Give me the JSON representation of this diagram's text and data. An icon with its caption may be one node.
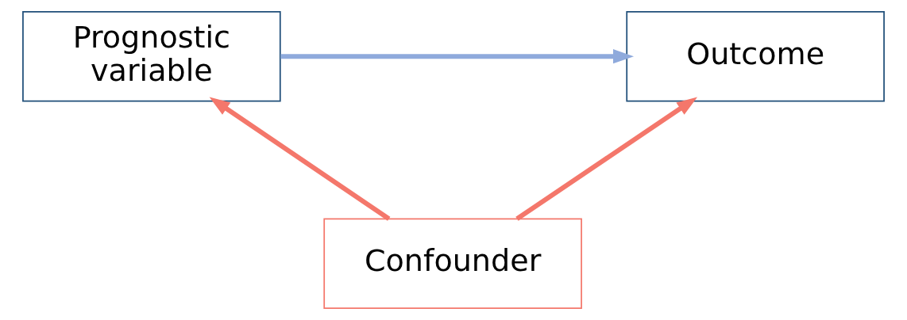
{
  "diagram": {
    "nodes": [
      {
        "text": [
          "Prognostic variable"
        ]
      },
      {
        "text": [
          "Outcome"
        ]
      },
      {
        "text": [
          "Confounder"
        ]
      }
    ],
    "edges": [
      {
        "from": 0,
        "to": 1,
        "arrow": "to",
        "color": "#8faadc"
      },
      {
        "from": 2,
        "to": 0,
        "arrow": "to"
      },
      {
        "from": 2,
        "to": 1,
        "arrow": "to"
      }
    ]
  }
}
